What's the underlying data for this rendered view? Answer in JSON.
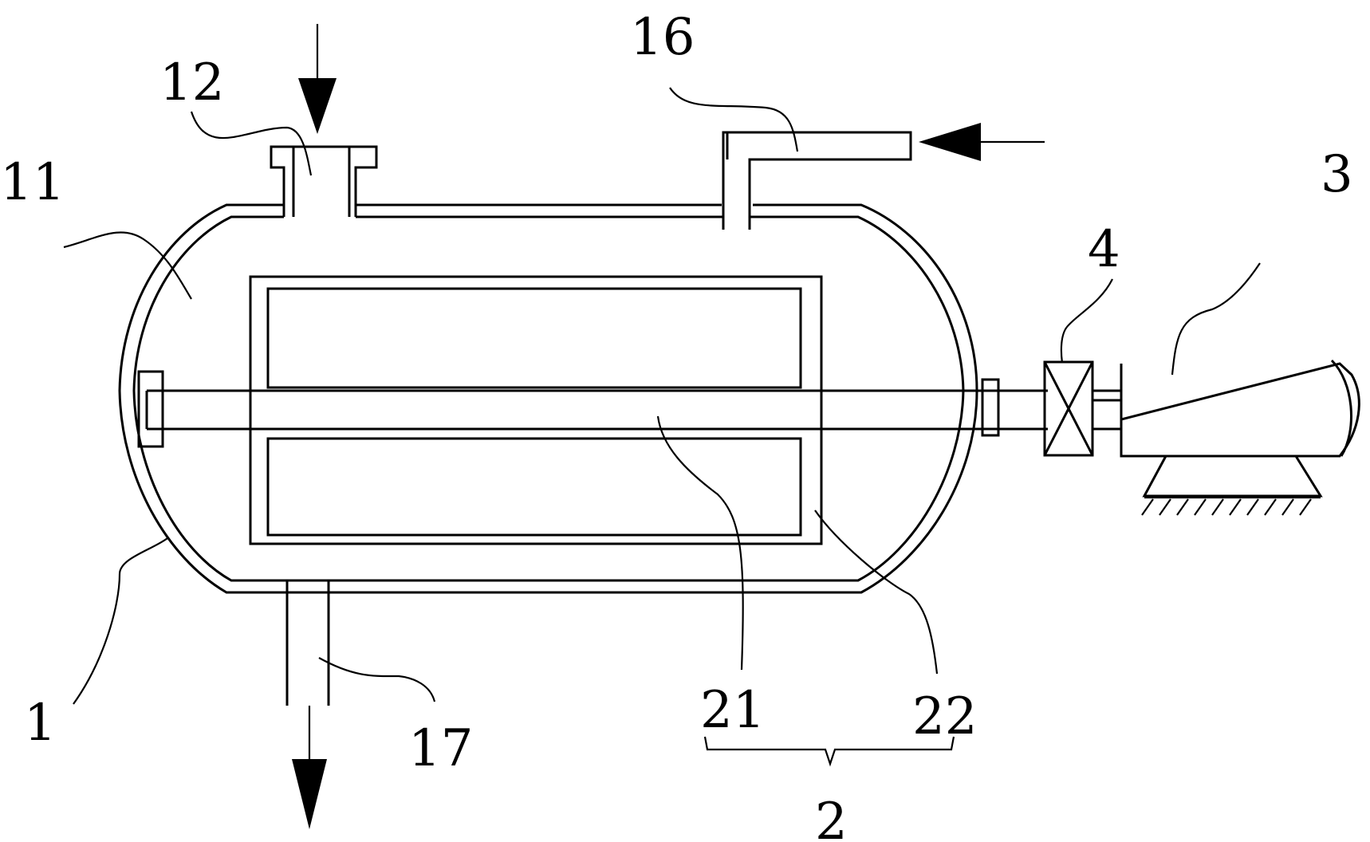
{
  "diagram": {
    "labels": {
      "l1": "1",
      "l11": "11",
      "l12": "12",
      "l16": "16",
      "l17": "17",
      "l21": "21",
      "l22": "22",
      "l2": "2",
      "l3": "3",
      "l4": "4"
    },
    "colors": {
      "line": "#000000",
      "background": "#ffffff"
    }
  }
}
